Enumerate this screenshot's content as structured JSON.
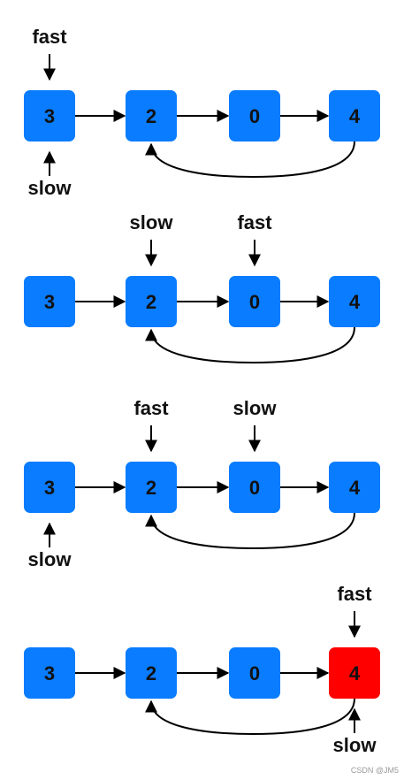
{
  "colors": {
    "node": "#0a7cff",
    "highlight": "#ff0000",
    "text": "#111111",
    "edge": "#000000"
  },
  "node_values": [
    "3",
    "2",
    "0",
    "4"
  ],
  "panels": [
    {
      "pointers": [
        {
          "label": "fast",
          "node": 0,
          "side": "above"
        },
        {
          "label": "slow",
          "node": 0,
          "side": "below"
        }
      ],
      "highlight_node": null
    },
    {
      "pointers": [
        {
          "label": "slow",
          "node": 1,
          "side": "above"
        },
        {
          "label": "fast",
          "node": 2,
          "side": "above"
        }
      ],
      "highlight_node": null
    },
    {
      "pointers": [
        {
          "label": "fast",
          "node": 1,
          "side": "above"
        },
        {
          "label": "slow",
          "node": 2,
          "side": "above"
        },
        {
          "label": "slow",
          "node": 0,
          "side": "below"
        }
      ],
      "highlight_node": null
    },
    {
      "pointers": [
        {
          "label": "fast",
          "node": 3,
          "side": "above"
        },
        {
          "label": "slow",
          "node": 3,
          "side": "below"
        }
      ],
      "highlight_node": 3
    }
  ],
  "watermark": "CSDN @JM5"
}
